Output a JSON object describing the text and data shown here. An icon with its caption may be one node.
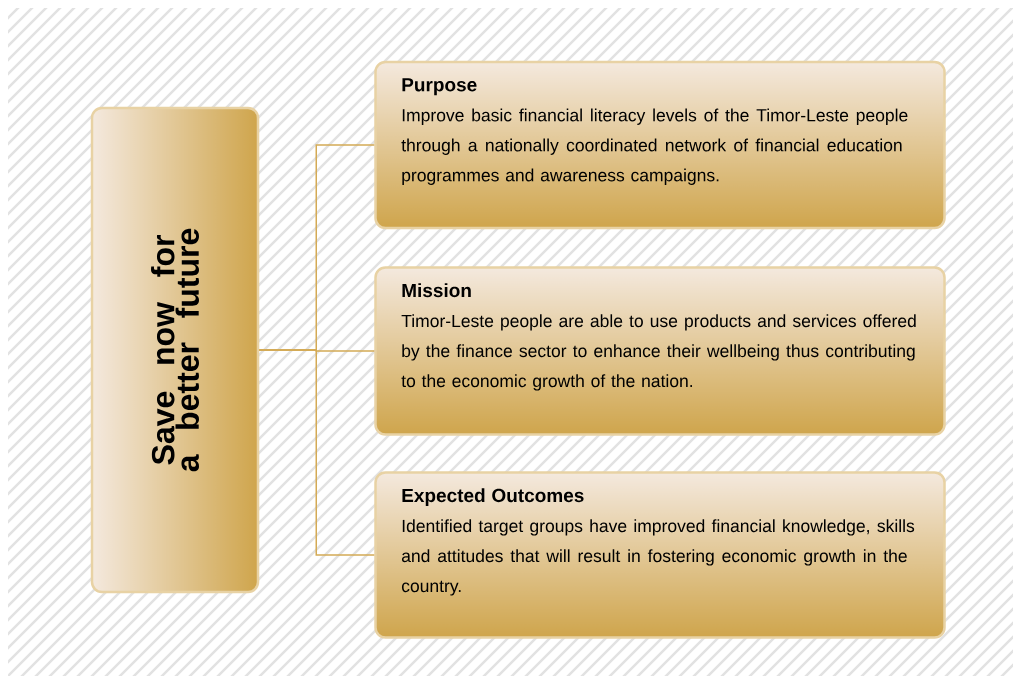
{
  "diagram": {
    "nodes": [
      {
        "text": [
          "Save now for a better future"
        ]
      },
      {
        "text": [
          "Purpose",
          "Improve basic financial literacy levels of the Timor-Leste people through a nationally coordinated network of financial education programmes and awareness campaigns."
        ]
      },
      {
        "text": [
          "Mission",
          "Timor-Leste people are able to use products and services offered by the finance sector to enhance their wellbeing thus contributing to the economic growth of the nation."
        ]
      },
      {
        "text": [
          "Expected Outcomes",
          "Identified target groups have improved financial knowledge, skills and attitudes that will result in fostering economic growth in the country."
        ]
      }
    ],
    "edges": [
      {
        "from": 0,
        "to": 1,
        "arrow": "none"
      },
      {
        "from": 0,
        "to": 2,
        "arrow": "none"
      },
      {
        "from": 0,
        "to": 3,
        "arrow": "none"
      }
    ]
  }
}
